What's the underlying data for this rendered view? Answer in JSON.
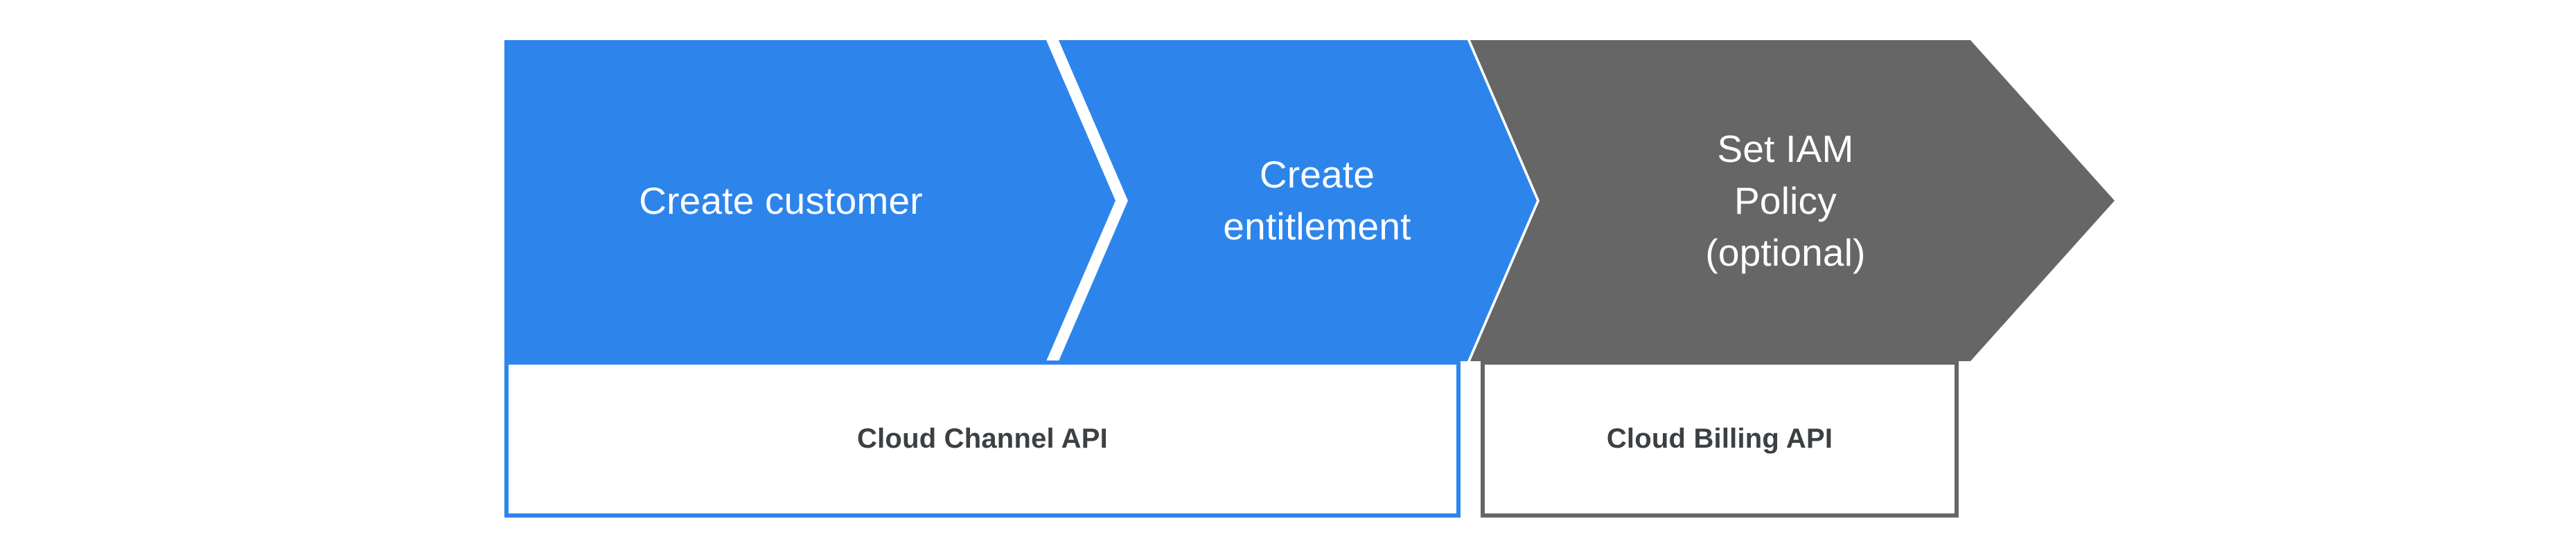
{
  "diagram": {
    "title": "Cloud Channel API and Cloud Billing API process flow",
    "background_color": "#ffffff",
    "steps": [
      {
        "id": "create-customer",
        "label": "Create customer",
        "color": "#2d85ec",
        "text_color": "#ffffff",
        "order": 1
      },
      {
        "id": "create-entitlement",
        "label": "Create\nentitlement",
        "color": "#2d85ec",
        "text_color": "#ffffff",
        "order": 2
      },
      {
        "id": "set-iam-policy",
        "label": "Set IAM\nPolicy\n(optional)",
        "color": "#666666",
        "text_color": "#ffffff",
        "order": 3
      }
    ],
    "api_groups": [
      {
        "id": "cloud-channel-api",
        "label": "Cloud Channel API",
        "border_color": "#2d85ec",
        "text_color": "#3c4043",
        "covers": [
          "create-customer",
          "create-entitlement"
        ]
      },
      {
        "id": "cloud-billing-api",
        "label": "Cloud Billing API",
        "border_color": "#666666",
        "text_color": "#3c4043",
        "covers": [
          "set-iam-policy"
        ]
      }
    ]
  }
}
